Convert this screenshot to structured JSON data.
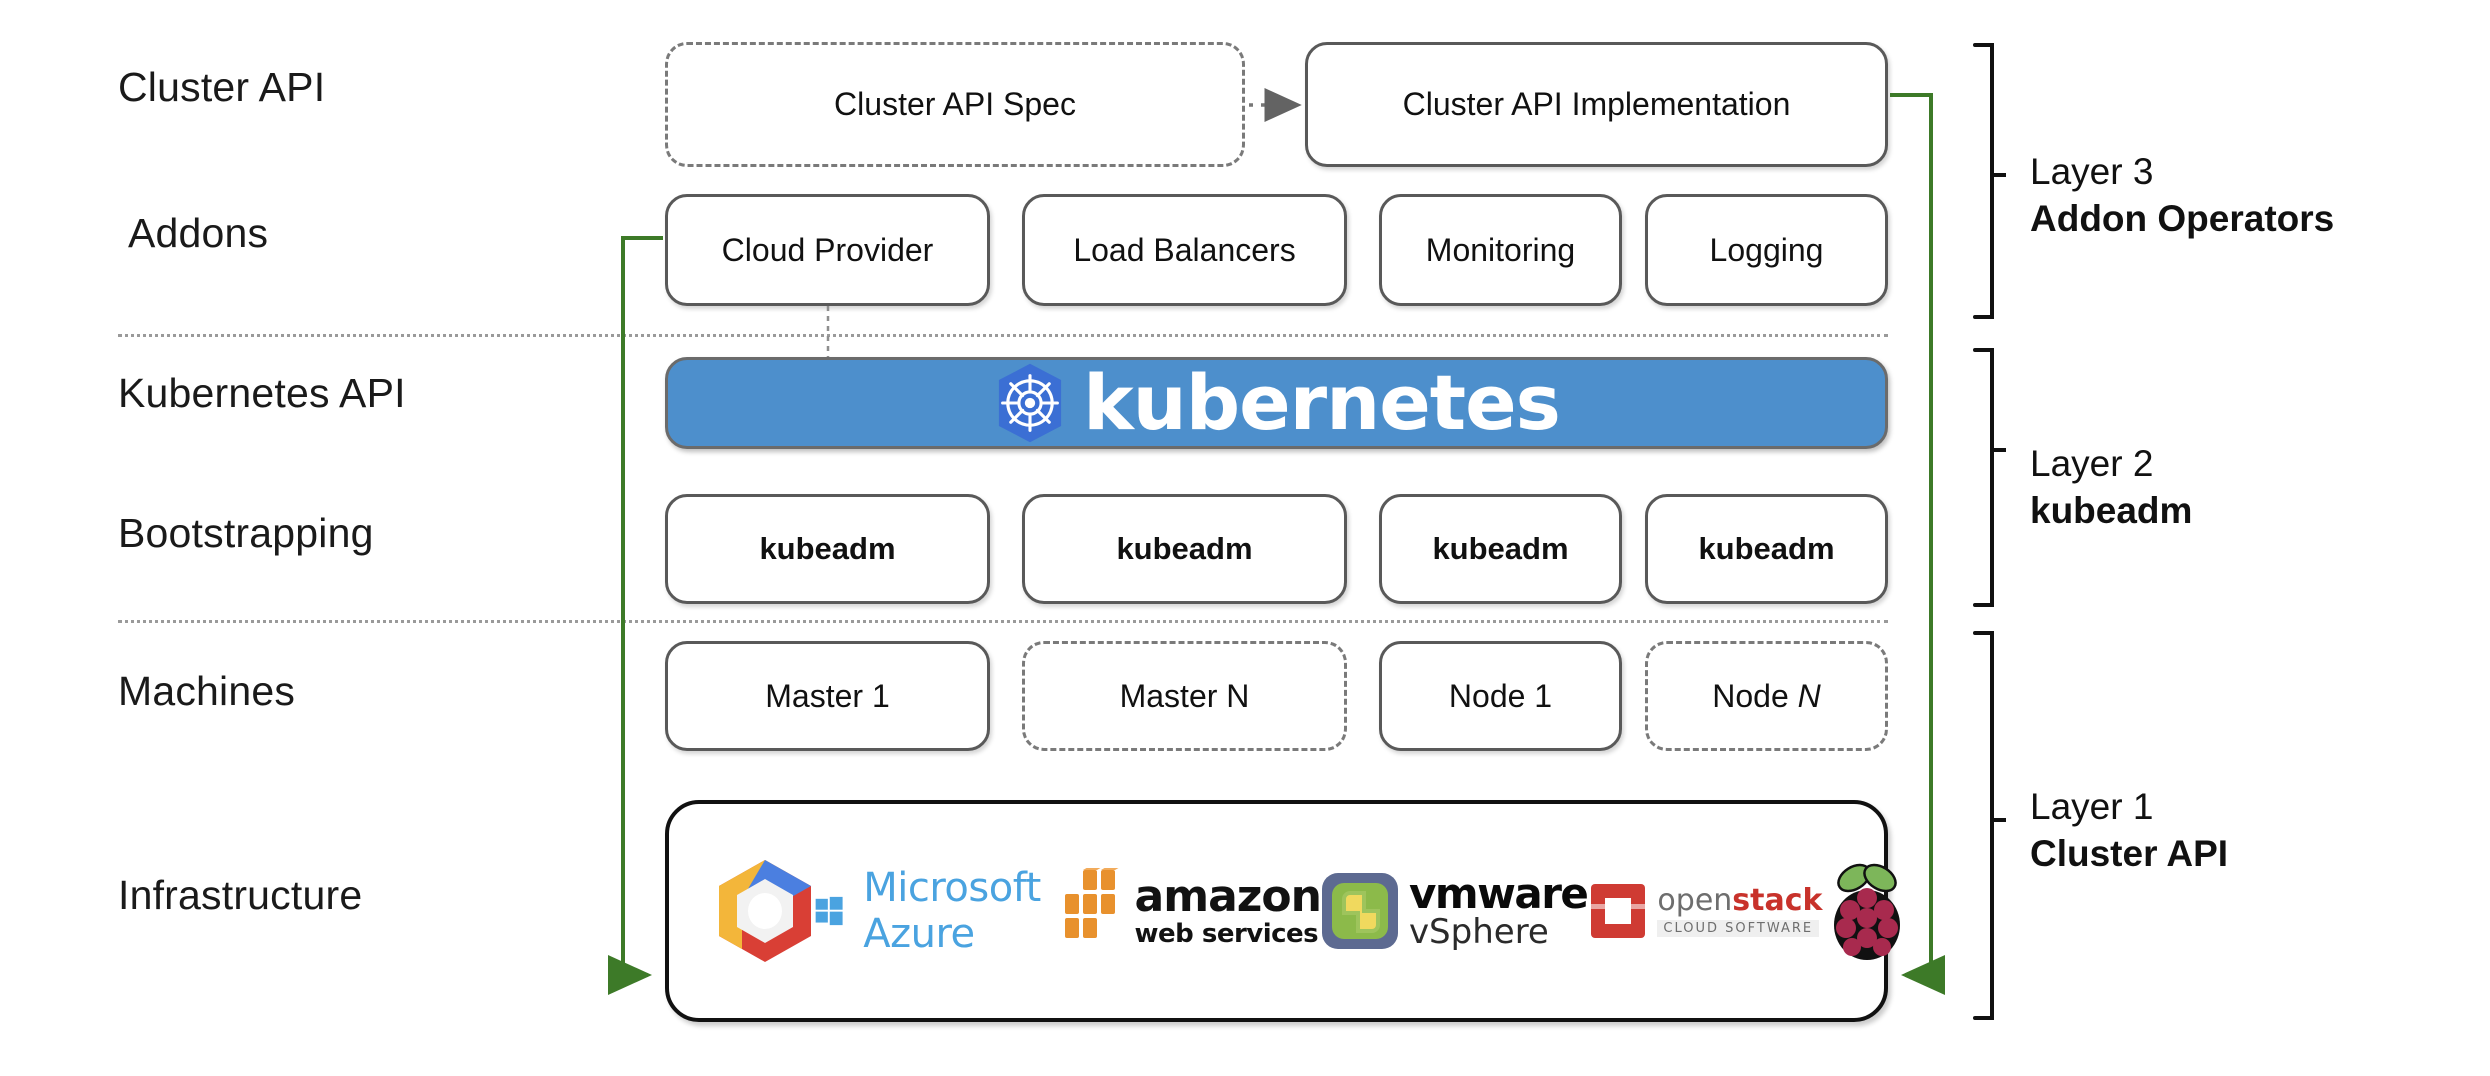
{
  "rows": [
    {
      "key": "cluster-api",
      "label": "Cluster API"
    },
    {
      "key": "addons",
      "label": "Addons"
    },
    {
      "key": "kubernetes-api",
      "label": "Kubernetes API"
    },
    {
      "key": "bootstrapping",
      "label": "Bootstrapping"
    },
    {
      "key": "machines",
      "label": "Machines"
    },
    {
      "key": "infrastructure",
      "label": "Infrastructure"
    }
  ],
  "cluster_api_row": {
    "spec": "Cluster API Spec",
    "implementation": "Cluster API Implementation"
  },
  "addons_row": {
    "items": [
      "Cloud Provider",
      "Load Balancers",
      "Monitoring",
      "Logging"
    ]
  },
  "kubernetes_banner": {
    "wordmark": "kubernetes",
    "background_color": "#4d8fcc",
    "logo_color": "#3b6fd4",
    "wheel_color": "#ffffff"
  },
  "bootstrapping_row": {
    "items": [
      "kubeadm",
      "kubeadm",
      "kubeadm",
      "kubeadm"
    ]
  },
  "machines_row": {
    "items": [
      {
        "label": "Master 1",
        "style": "solid"
      },
      {
        "label": "Master N",
        "style": "dashed"
      },
      {
        "label": "Node 1",
        "style": "solid"
      },
      {
        "label": "Node N",
        "style": "dashed"
      }
    ]
  },
  "infrastructure_row": {
    "logos": [
      {
        "name": "google-cloud-platform-logo",
        "alt": "Google Cloud Platform"
      },
      {
        "name": "microsoft-azure-logo",
        "alt": "Microsoft Azure"
      },
      {
        "name": "amazon-web-services-logo",
        "alt": "amazon web services"
      },
      {
        "name": "vmware-vsphere-logo",
        "alt": "vmware vSphere"
      },
      {
        "name": "openstack-logo",
        "alt": "openstack CLOUD SOFTWARE"
      },
      {
        "name": "raspberry-pi-logo",
        "alt": "Raspberry Pi"
      }
    ],
    "azure_text": "Microsoft Azure",
    "aws_text_top": "amazon",
    "aws_text_bottom": "web services",
    "vmware_text_top": "vmware",
    "vmware_text_bottom": "vSphere",
    "openstack_text_open": "open",
    "openstack_text_stack": "stack",
    "openstack_text_sub": "CLOUD SOFTWARE"
  },
  "layers": [
    {
      "key": "layer-3",
      "line1": "Layer 3",
      "line2": "Addon Operators"
    },
    {
      "key": "layer-2",
      "line1": "Layer 2",
      "line2": "kubeadm"
    },
    {
      "key": "layer-1",
      "line1": "Layer 1",
      "line2": "Cluster API"
    }
  ],
  "connectors": {
    "spec_to_impl": "dotted-arrow-right",
    "left_green": "cloud-provider-to-infrastructure",
    "right_green": "cluster-api-implementation-to-infrastructure",
    "green_color": "#3d7a28"
  }
}
